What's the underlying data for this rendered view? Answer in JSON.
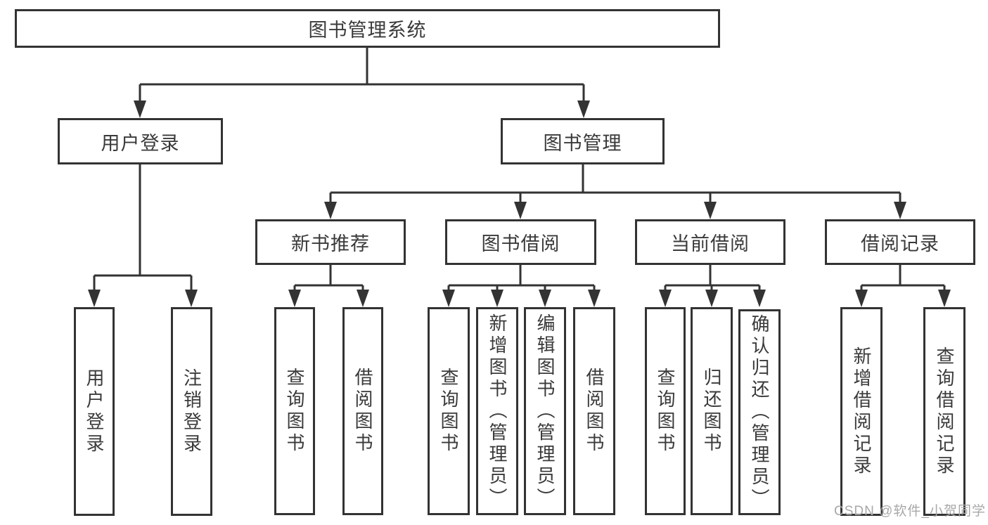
{
  "diagram": {
    "root": {
      "label": "图书管理系统"
    },
    "login": {
      "label": "用户登录",
      "children": [
        {
          "label": "用户登录"
        },
        {
          "label": "注销登录"
        }
      ]
    },
    "management": {
      "label": "图书管理",
      "sections": [
        {
          "label": "新书推荐",
          "children": [
            {
              "label": "查询图书"
            },
            {
              "label": "借阅图书"
            }
          ]
        },
        {
          "label": "图书借阅",
          "children": [
            {
              "label": "查询图书"
            },
            {
              "label": "新增图书（管理员）"
            },
            {
              "label": "编辑图书（管理员）"
            },
            {
              "label": "借阅图书"
            }
          ]
        },
        {
          "label": "当前借阅",
          "children": [
            {
              "label": "查询图书"
            },
            {
              "label": "归还图书"
            },
            {
              "label": "确认归还（管理员）"
            }
          ]
        },
        {
          "label": "借阅记录",
          "children": [
            {
              "label": "新增借阅记录"
            },
            {
              "label": "查询借阅记录"
            }
          ]
        }
      ]
    },
    "watermark": "CSDN @软件_小贺同学",
    "colors": {
      "line": "#333333",
      "text": "#3a3a3a",
      "watermark": "#a8a8a8"
    }
  }
}
